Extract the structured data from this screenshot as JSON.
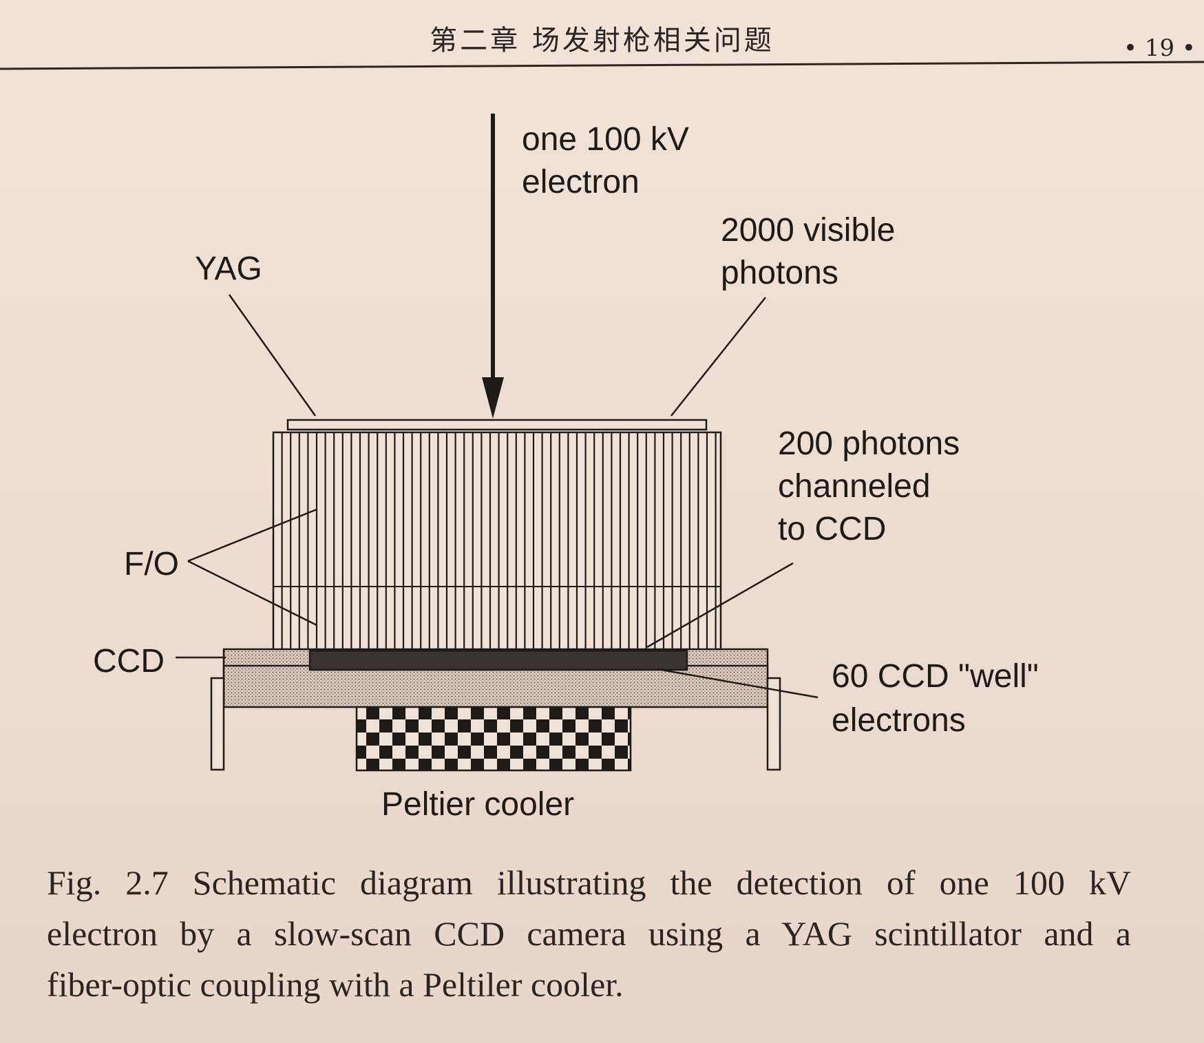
{
  "header": {
    "title": "第二章 场发射枪相关问题",
    "page_number": "• 19 •"
  },
  "diagram": {
    "labels": {
      "electron": [
        "one 100 kV",
        "electron"
      ],
      "visible_photons": [
        "2000 visible",
        "photons"
      ],
      "yag": "YAG",
      "channeled": [
        "200 photons",
        "channeled",
        "to CCD"
      ],
      "fo": "F/O",
      "ccd": "CCD",
      "well": [
        "60 CCD \"well\"",
        "electrons"
      ],
      "peltier": "Peltier cooler"
    }
  },
  "caption": {
    "lines": [
      "Fig. 2.7 Schematic diagram illustrating the detection of one 100 kV",
      "electron by a slow-scan CCD camera using a YAG scintillator and a",
      "fiber-optic coupling with a Peltiler cooler."
    ]
  },
  "colors": {
    "paper": "#efe1d6",
    "ink": "#1e1a18"
  }
}
